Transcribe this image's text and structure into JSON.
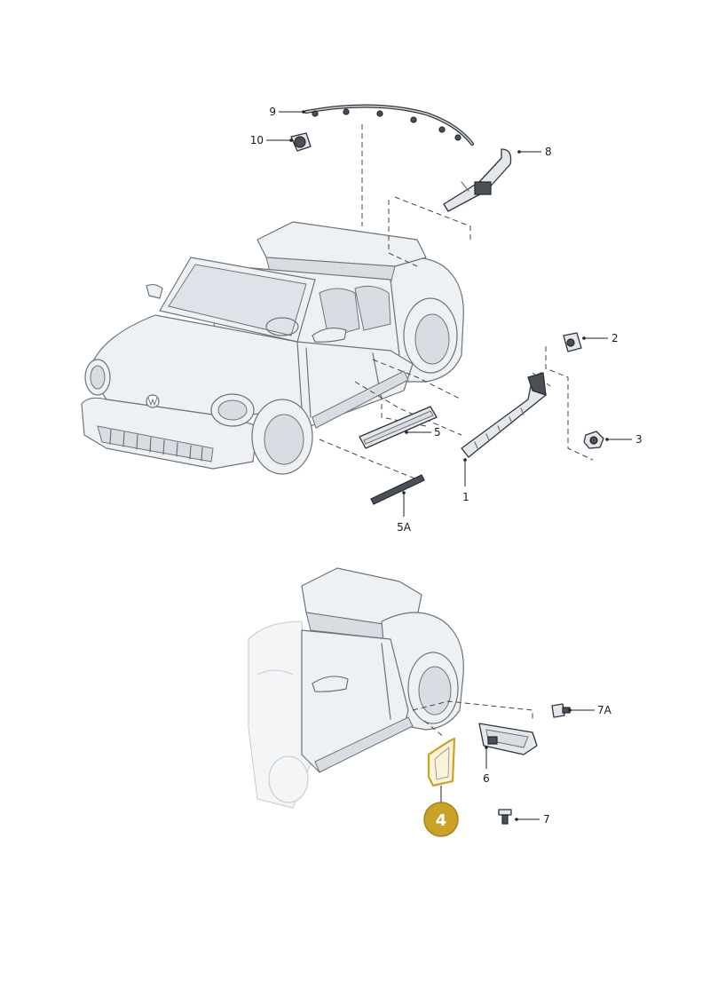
{
  "callouts": {
    "c1": "1",
    "c2": "2",
    "c3": "3",
    "c4": "4",
    "c5": "5",
    "c5a": "5A",
    "c6": "6",
    "c7": "7",
    "c7a": "7A",
    "c8": "8",
    "c9": "9",
    "c10": "10"
  },
  "colors": {
    "highlight": "#c9a227",
    "highlight_border": "#a8831a"
  }
}
